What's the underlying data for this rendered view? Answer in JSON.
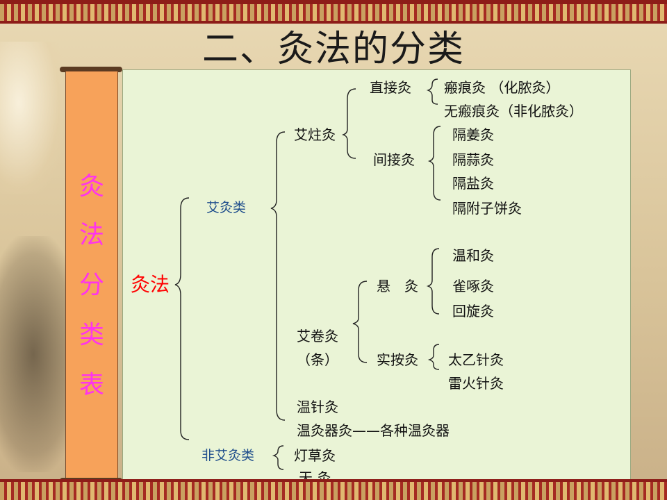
{
  "slide": {
    "title": "二、灸法的分类",
    "side_label_chars": [
      "灸",
      "法",
      "分",
      "类",
      "表"
    ]
  },
  "tree": {
    "root": "灸法",
    "ai_category": "艾灸类",
    "non_ai_category": "非艾灸类",
    "aizhu": "艾炷灸",
    "zhijie": "直接灸",
    "zhijie_items": [
      "瘢痕灸 （化脓灸）",
      "无瘢痕灸（非化脓灸）"
    ],
    "jianjie": "间接灸",
    "jianjie_items": [
      "隔姜灸",
      "隔蒜灸",
      "隔盐灸",
      "隔附子饼灸"
    ],
    "aijuan": "艾卷灸",
    "aijuan_sub": "（条）",
    "xuan": "悬　灸",
    "xuan_items": [
      "温和灸",
      "雀啄灸",
      "回旋灸"
    ],
    "shian": "实按灸",
    "shian_items": [
      "太乙针灸",
      "雷火针灸"
    ],
    "wenzhen": "温针灸",
    "wenjiuqi": "温灸器灸——各种温灸器",
    "non_ai_items": [
      "灯草灸",
      "天 灸"
    ]
  },
  "colors": {
    "side_bar": "#f7a25a",
    "side_text": "#ff33ee",
    "panel": "#eaf4d6",
    "root_text": "#ff0000",
    "category_text": "#1f4e8c"
  }
}
